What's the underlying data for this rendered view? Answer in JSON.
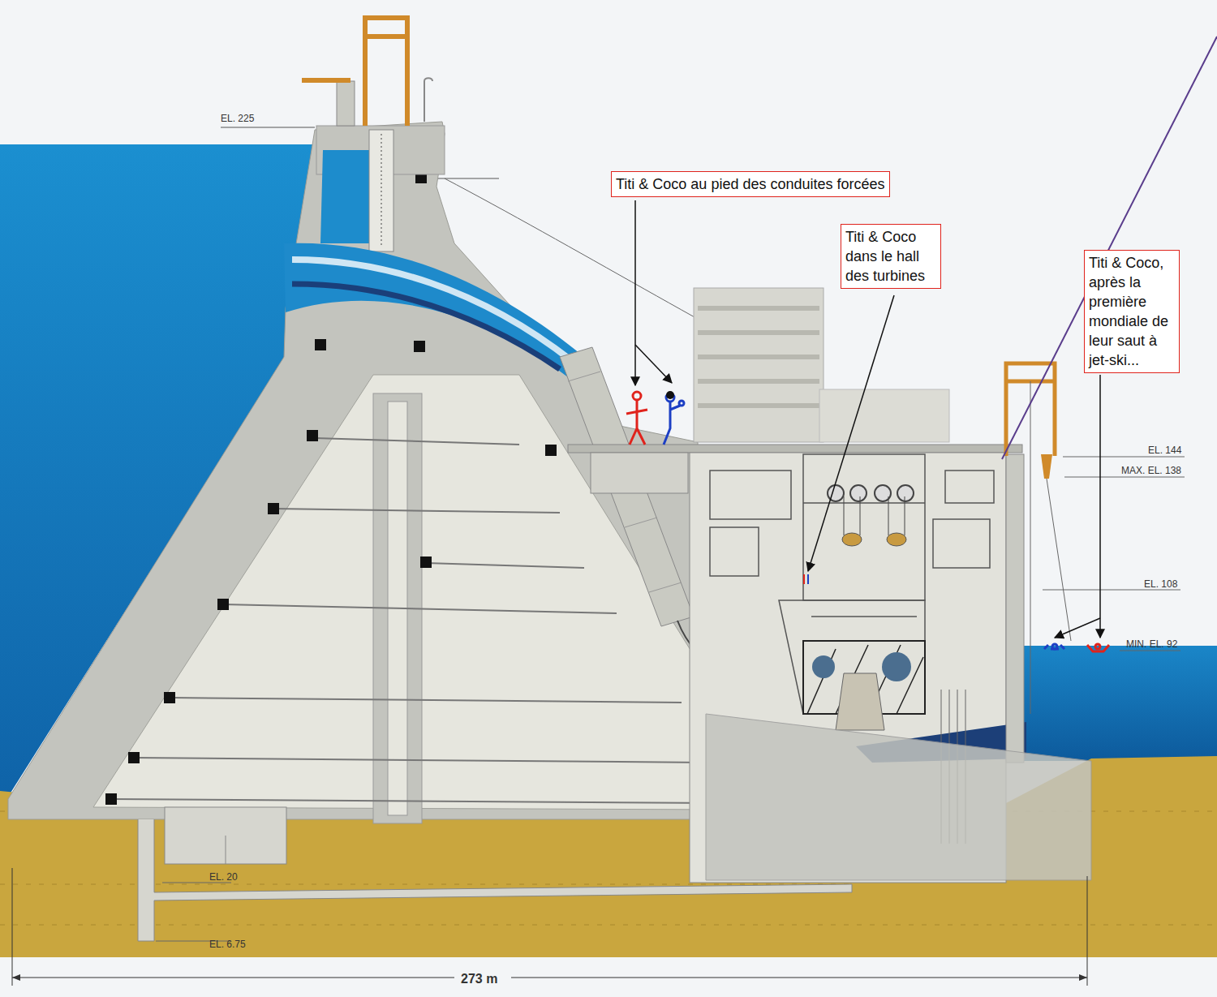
{
  "diagram": {
    "nodes": [
      {
        "text": [
          "Titi & Coco au pied des conduites forcées"
        ]
      },
      {
        "text": [
          "Titi & Coco dans le hall des turbines"
        ]
      },
      {
        "text": [
          "Titi & Coco, après la première mondiale de leur saut à jet-ski..."
        ]
      }
    ],
    "labels": [
      "EL. 225",
      "EL. 144",
      "MAX. EL. 138",
      "EL. 108",
      "MIN. EL. 92",
      "EL. 20",
      "EL. 6.75",
      "273 m"
    ]
  }
}
